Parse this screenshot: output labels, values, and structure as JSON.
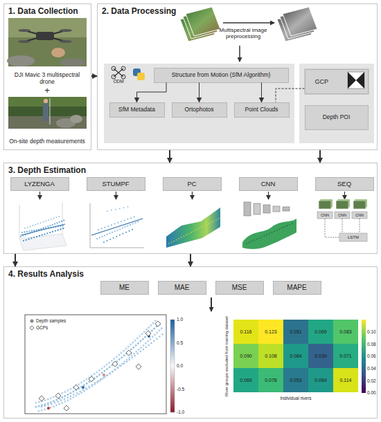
{
  "diagram": {
    "nodes": [
      {
        "text": [
          "1. Data Collection"
        ]
      },
      {
        "text": [
          "DJI Mavic 3 multispectral drone"
        ],
        "in": 0
      },
      {
        "text": [
          "On-site depth measurements"
        ],
        "in": 0
      },
      {
        "text": [
          "2. Data Processing"
        ]
      },
      {
        "text": [
          "Structure from Motion (SfM Algorithm)"
        ],
        "in": 3
      },
      {
        "text": [
          "SfM Metadata"
        ],
        "in": 3
      },
      {
        "text": [
          "Ortophotos"
        ],
        "in": 3
      },
      {
        "text": [
          "Point Clouds"
        ],
        "in": 3
      },
      {
        "text": [
          "GCP"
        ],
        "in": 3
      },
      {
        "text": [
          "Depth POI"
        ],
        "in": 3
      },
      {
        "text": [
          "3. Depth Estimation"
        ]
      },
      {
        "text": [
          "LYZENGA"
        ],
        "in": 10
      },
      {
        "text": [
          "STUMPF"
        ],
        "in": 10
      },
      {
        "text": [
          "PC"
        ],
        "in": 10
      },
      {
        "text": [
          "CNN"
        ],
        "in": 10
      },
      {
        "text": [
          "SEQ"
        ],
        "in": 10
      },
      {
        "text": [
          "4. Results Analysis"
        ]
      },
      {
        "text": [
          "ME"
        ],
        "in": 16
      },
      {
        "text": [
          "MAE"
        ],
        "in": 16
      },
      {
        "text": [
          "MSE"
        ],
        "in": 16
      },
      {
        "text": [
          "MAPE"
        ],
        "in": 16
      }
    ],
    "edges": [
      {
        "from": 0,
        "to": 3,
        "arrow": "to"
      },
      {
        "from": 4,
        "to": 5,
        "arrow": "to"
      },
      {
        "from": 4,
        "to": 6,
        "arrow": "to"
      },
      {
        "from": 4,
        "to": 7,
        "arrow": "to"
      },
      {
        "from": 8,
        "to": 7,
        "arrow": "none"
      },
      {
        "from": 3,
        "to": 10,
        "arrow": "to"
      },
      {
        "from": 3,
        "to": 10,
        "arrow": "to"
      },
      {
        "from": 10,
        "to": 16,
        "arrow": "to"
      },
      {
        "from": 10,
        "to": 16,
        "arrow": "to"
      }
    ],
    "labels": [
      "+",
      "Multispectral image preprocessing",
      "ODM",
      "0.116",
      "0.123",
      "0.051",
      "0.069",
      "0.083",
      "0.090",
      "0.108",
      "0.064",
      "0.039",
      "0.071",
      "0.069",
      "0.078",
      "0.053",
      "0.064",
      "0.114",
      "1.0",
      "0.5",
      "0.0",
      "-0.5",
      "-1.0",
      "0.10",
      "0.08",
      "0.06",
      "0.04",
      "0.02",
      "0.00",
      "River groups excluded from training dataset",
      "Individual rivers",
      "CNN",
      "CNN",
      "CNN",
      "LSTM"
    ],
    "legend": [
      {
        "text": "Depth samples"
      },
      {
        "text": "GCPs"
      }
    ]
  }
}
